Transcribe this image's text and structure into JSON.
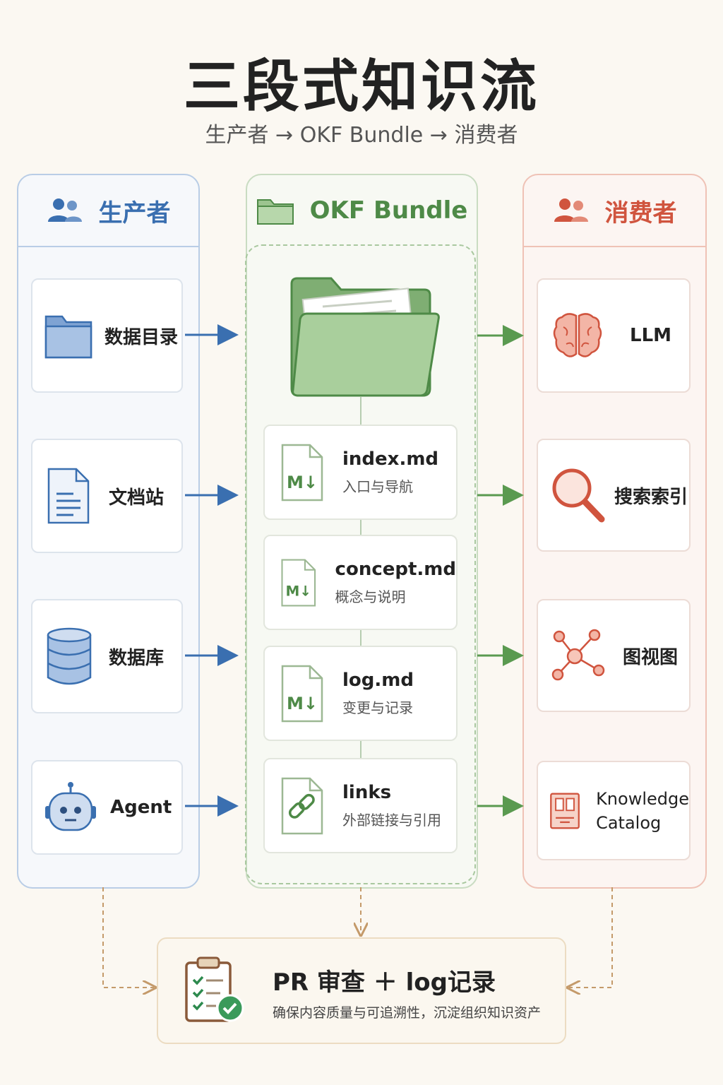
{
  "title": "三段式知识流",
  "subtitle": "生产者 → OKF Bundle → 消费者",
  "columns": {
    "producers": {
      "label": "生产者"
    },
    "bundle": {
      "label": "OKF Bundle"
    },
    "consumers": {
      "label": "消费者"
    }
  },
  "producers": [
    "数据目录",
    "文档站",
    "数据库",
    "Agent"
  ],
  "bundle_files": [
    {
      "name": "index.md",
      "desc": "入口与导航"
    },
    {
      "name": "concept.md",
      "desc": "概念与说明"
    },
    {
      "name": "log.md",
      "desc": "变更与记录"
    },
    {
      "name": "links",
      "desc": "外部链接与引用"
    }
  ],
  "consumers": [
    "LLM",
    "搜索索引",
    "图视图",
    "Knowledge",
    "Catalog"
  ],
  "review": {
    "title": "PR 审查 ＋ log记录",
    "desc": "确保内容质量与可追溯性，沉淀组织知识资产"
  },
  "icons": [
    "users-icon",
    "folder-icon",
    "document-icon",
    "database-icon",
    "robot-icon",
    "markdown-icon",
    "link-icon",
    "brain-icon",
    "search-icon",
    "graph-icon",
    "catalog-icon",
    "clipboard-check-icon"
  ],
  "colors": {
    "producer": "#3a6fb0",
    "bundle": "#4e8a47",
    "consumer": "#d0543e",
    "review": "#b08a5a"
  }
}
